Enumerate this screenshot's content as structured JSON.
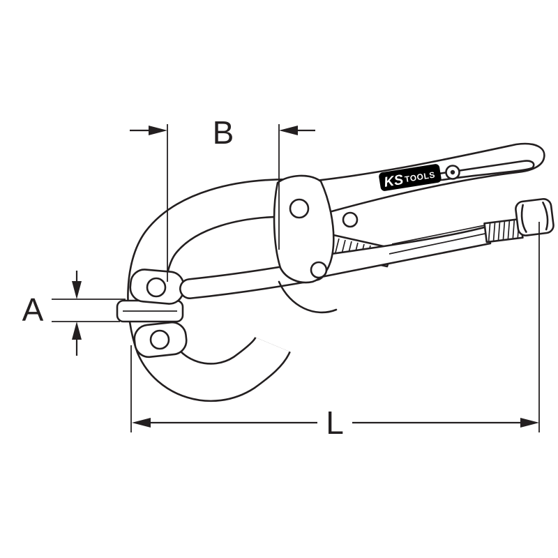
{
  "drawing": {
    "background": "#ffffff",
    "ink": "#231f20",
    "labels": {
      "a": "A",
      "b": "B",
      "l": "L"
    },
    "brand": {
      "ks": "KS",
      "tools": "TOOLS",
      "badge_bg": "#000000",
      "text_color": "#ffffff"
    }
  }
}
